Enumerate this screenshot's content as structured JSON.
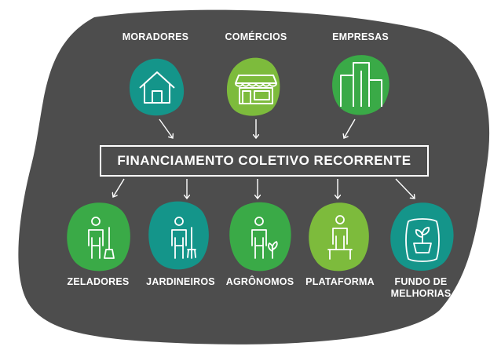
{
  "colors": {
    "background_blob": "#4d4d4d",
    "stroke": "#ffffff",
    "node_green": "#3aaa47",
    "node_teal": "#14958a",
    "node_lime": "#7dbb3c"
  },
  "sources": [
    {
      "label": "MORADORES",
      "icon": "house-icon"
    },
    {
      "label": "COMÉRCIOS",
      "icon": "storefront-icon"
    },
    {
      "label": "EMPRESAS",
      "icon": "buildings-icon"
    }
  ],
  "center": {
    "label": "FINANCIAMENTO COLETIVO RECORRENTE"
  },
  "targets": [
    {
      "label": "ZELADORES",
      "icon": "janitor-icon"
    },
    {
      "label": "JARDINEIROS",
      "icon": "gardener-icon"
    },
    {
      "label": "AGRÔNOMOS",
      "icon": "agronomist-icon"
    },
    {
      "label": "PLATAFORMA",
      "icon": "platform-person-icon"
    },
    {
      "label": "FUNDO DE",
      "label2": "MELHORIAS",
      "icon": "plant-fund-icon"
    }
  ]
}
